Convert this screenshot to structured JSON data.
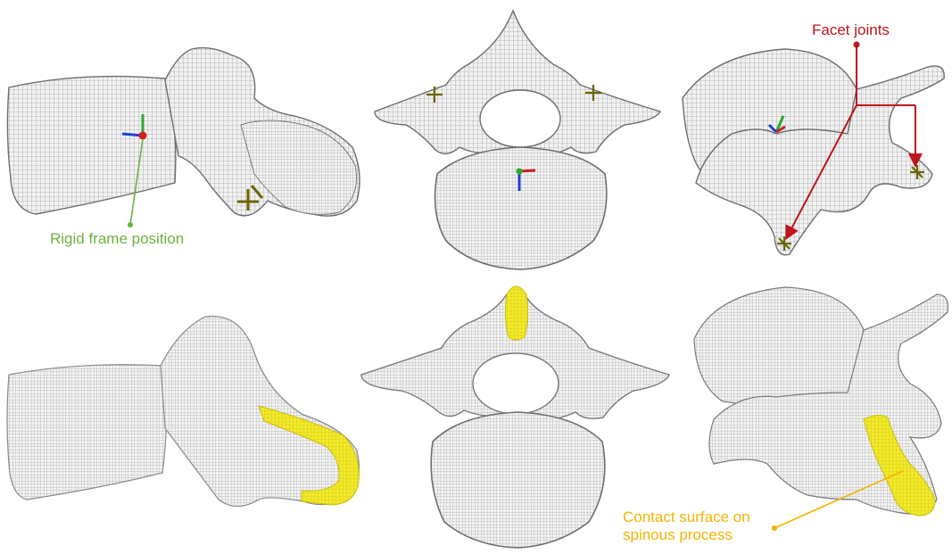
{
  "annotations": {
    "rigid_frame": "Rigid frame position",
    "facet_joints": "Facet joints",
    "contact_surface_line1": "Contact surface on",
    "contact_surface_line2": "spinous process"
  },
  "colors": {
    "mesh_stroke": "#7a7a7a",
    "mesh_fill": "#e9e9e9",
    "rigid_label": "#6db33f",
    "facet_label": "#c0141d",
    "contact_label": "#f2b300",
    "contact_surface_fill": "#f2ea2a",
    "joint_marker": "#6b6400",
    "axis_x": "#d41f1f",
    "axis_y": "#2ea82e",
    "axis_z": "#1f3fd4"
  },
  "panels": [
    {
      "view": "lateral",
      "row": "top",
      "content": "vertebra-mesh-with-frame-and-facet-marker"
    },
    {
      "view": "superior",
      "row": "top",
      "content": "vertebra-mesh-with-frame-and-facet-markers"
    },
    {
      "view": "oblique",
      "row": "top",
      "content": "vertebra-mesh-with-frame-and-facet-markers"
    },
    {
      "view": "lateral",
      "row": "bottom",
      "content": "vertebra-mesh-with-contact-surface"
    },
    {
      "view": "superior",
      "row": "bottom",
      "content": "vertebra-mesh-with-contact-surface"
    },
    {
      "view": "oblique",
      "row": "bottom",
      "content": "vertebra-mesh-with-contact-surface"
    }
  ]
}
